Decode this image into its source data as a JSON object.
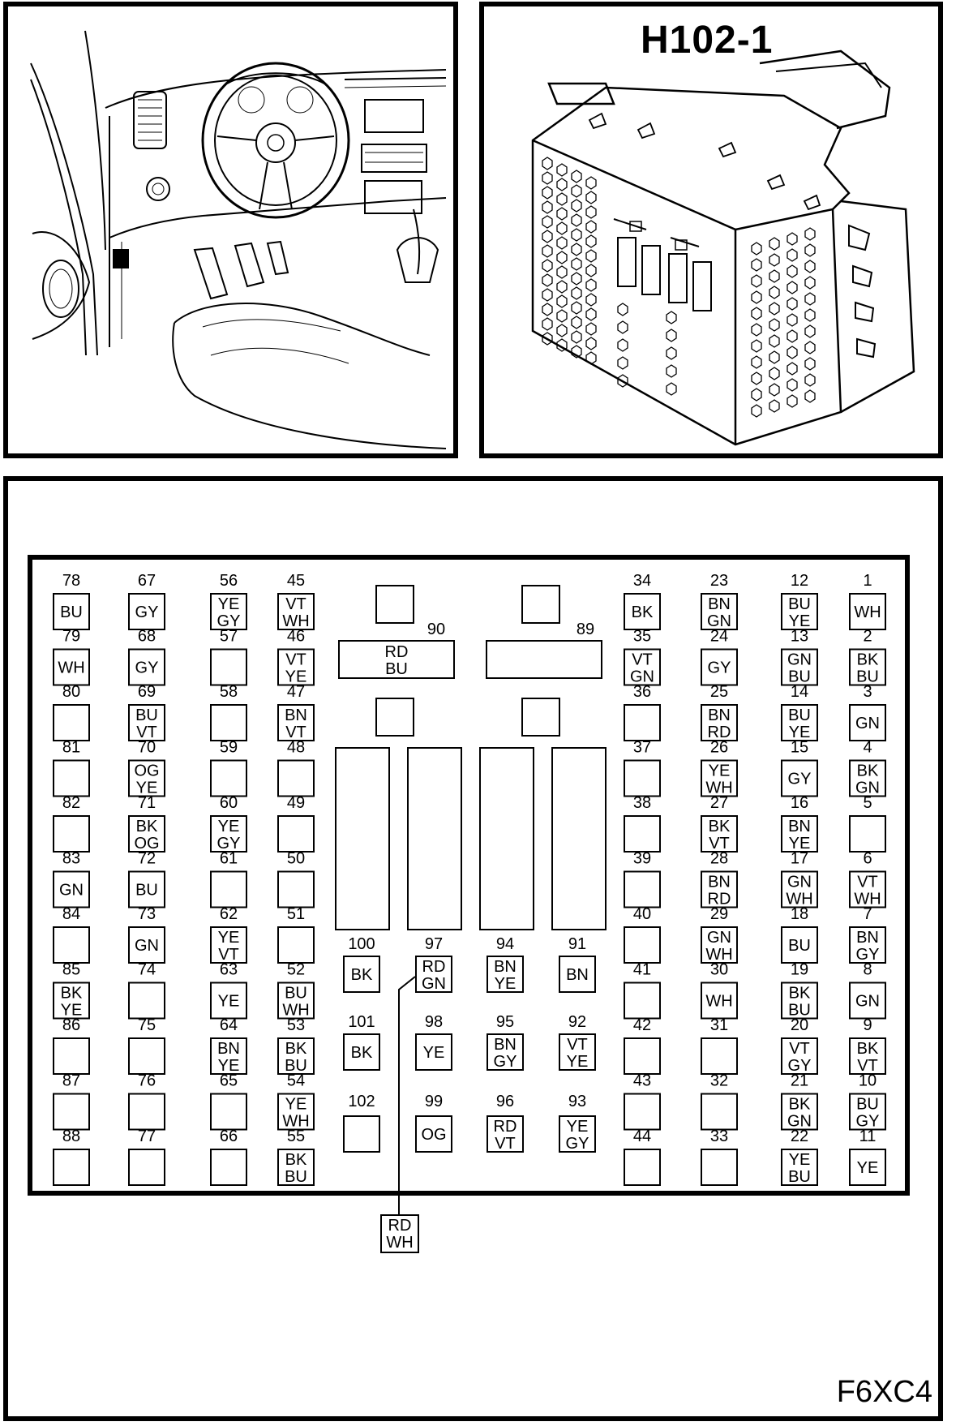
{
  "title": "H102-1",
  "figure_code": "F6XC4",
  "illustrations": {
    "vehicle_location": "interior-dashboard-drawing",
    "connector": "connector-isometric-drawing"
  },
  "pins": [
    {
      "n": "78",
      "c": [
        "BU"
      ]
    },
    {
      "n": "67",
      "c": [
        "GY"
      ]
    },
    {
      "n": "56",
      "c": [
        "YE",
        "GY"
      ]
    },
    {
      "n": "45",
      "c": [
        "VT",
        "WH"
      ]
    },
    {
      "n": "79",
      "c": [
        "WH"
      ]
    },
    {
      "n": "68",
      "c": [
        "GY"
      ]
    },
    {
      "n": "57",
      "c": []
    },
    {
      "n": "46",
      "c": [
        "VT",
        "YE"
      ]
    },
    {
      "n": "80",
      "c": []
    },
    {
      "n": "69",
      "c": [
        "BU",
        "VT"
      ]
    },
    {
      "n": "58",
      "c": []
    },
    {
      "n": "47",
      "c": [
        "BN",
        "VT"
      ]
    },
    {
      "n": "81",
      "c": []
    },
    {
      "n": "70",
      "c": [
        "OG",
        "YE"
      ]
    },
    {
      "n": "59",
      "c": []
    },
    {
      "n": "48",
      "c": []
    },
    {
      "n": "82",
      "c": []
    },
    {
      "n": "71",
      "c": [
        "BK",
        "OG"
      ]
    },
    {
      "n": "60",
      "c": [
        "YE",
        "GY"
      ]
    },
    {
      "n": "49",
      "c": []
    },
    {
      "n": "83",
      "c": [
        "GN"
      ]
    },
    {
      "n": "72",
      "c": [
        "BU"
      ]
    },
    {
      "n": "61",
      "c": []
    },
    {
      "n": "50",
      "c": []
    },
    {
      "n": "84",
      "c": []
    },
    {
      "n": "73",
      "c": [
        "GN"
      ]
    },
    {
      "n": "62",
      "c": [
        "YE",
        "VT"
      ]
    },
    {
      "n": "51",
      "c": []
    },
    {
      "n": "85",
      "c": [
        "BK",
        "YE"
      ]
    },
    {
      "n": "74",
      "c": []
    },
    {
      "n": "63",
      "c": [
        "YE"
      ]
    },
    {
      "n": "52",
      "c": [
        "BU",
        "WH"
      ]
    },
    {
      "n": "86",
      "c": []
    },
    {
      "n": "75",
      "c": []
    },
    {
      "n": "64",
      "c": [
        "BN",
        "YE"
      ]
    },
    {
      "n": "53",
      "c": [
        "BK",
        "BU"
      ]
    },
    {
      "n": "87",
      "c": []
    },
    {
      "n": "76",
      "c": []
    },
    {
      "n": "65",
      "c": []
    },
    {
      "n": "54",
      "c": [
        "YE",
        "WH"
      ]
    },
    {
      "n": "88",
      "c": []
    },
    {
      "n": "77",
      "c": []
    },
    {
      "n": "66",
      "c": []
    },
    {
      "n": "55",
      "c": [
        "BK",
        "BU"
      ]
    },
    {
      "n": "34",
      "c": [
        "BK"
      ]
    },
    {
      "n": "23",
      "c": [
        "BN",
        "GN"
      ]
    },
    {
      "n": "12",
      "c": [
        "BU",
        "YE"
      ]
    },
    {
      "n": "1",
      "c": [
        "WH"
      ]
    },
    {
      "n": "35",
      "c": [
        "VT",
        "GN"
      ]
    },
    {
      "n": "24",
      "c": [
        "GY"
      ]
    },
    {
      "n": "13",
      "c": [
        "GN",
        "BU"
      ]
    },
    {
      "n": "2",
      "c": [
        "BK",
        "BU"
      ]
    },
    {
      "n": "36",
      "c": []
    },
    {
      "n": "25",
      "c": [
        "BN",
        "RD"
      ]
    },
    {
      "n": "14",
      "c": [
        "BU",
        "YE"
      ]
    },
    {
      "n": "3",
      "c": [
        "GN"
      ]
    },
    {
      "n": "37",
      "c": []
    },
    {
      "n": "26",
      "c": [
        "YE",
        "WH"
      ]
    },
    {
      "n": "15",
      "c": [
        "GY"
      ]
    },
    {
      "n": "4",
      "c": [
        "BK",
        "GN"
      ]
    },
    {
      "n": "38",
      "c": []
    },
    {
      "n": "27",
      "c": [
        "BK",
        "VT"
      ]
    },
    {
      "n": "16",
      "c": [
        "BN",
        "YE"
      ]
    },
    {
      "n": "5",
      "c": []
    },
    {
      "n": "39",
      "c": []
    },
    {
      "n": "28",
      "c": [
        "BN",
        "RD"
      ]
    },
    {
      "n": "17",
      "c": [
        "GN",
        "WH"
      ]
    },
    {
      "n": "6",
      "c": [
        "VT",
        "WH"
      ]
    },
    {
      "n": "40",
      "c": []
    },
    {
      "n": "29",
      "c": [
        "GN",
        "WH"
      ]
    },
    {
      "n": "18",
      "c": [
        "BU"
      ]
    },
    {
      "n": "7",
      "c": [
        "BN",
        "GY"
      ]
    },
    {
      "n": "41",
      "c": []
    },
    {
      "n": "30",
      "c": [
        "WH"
      ]
    },
    {
      "n": "19",
      "c": [
        "BK",
        "BU"
      ]
    },
    {
      "n": "8",
      "c": [
        "GN"
      ]
    },
    {
      "n": "42",
      "c": []
    },
    {
      "n": "31",
      "c": []
    },
    {
      "n": "20",
      "c": [
        "VT",
        "GY"
      ]
    },
    {
      "n": "9",
      "c": [
        "BK",
        "VT"
      ]
    },
    {
      "n": "43",
      "c": []
    },
    {
      "n": "32",
      "c": []
    },
    {
      "n": "21",
      "c": [
        "BK",
        "GN"
      ]
    },
    {
      "n": "10",
      "c": [
        "BU",
        "GY"
      ]
    },
    {
      "n": "44",
      "c": []
    },
    {
      "n": "33",
      "c": []
    },
    {
      "n": "22",
      "c": [
        "YE",
        "BU"
      ]
    },
    {
      "n": "11",
      "c": [
        "YE"
      ]
    },
    {
      "n": "100",
      "c": [
        "BK"
      ]
    },
    {
      "n": "97",
      "c": [
        "RD",
        "GN"
      ]
    },
    {
      "n": "94",
      "c": [
        "BN",
        "YE"
      ]
    },
    {
      "n": "91",
      "c": [
        "BN"
      ]
    },
    {
      "n": "101",
      "c": [
        "BK"
      ]
    },
    {
      "n": "98",
      "c": [
        "YE"
      ]
    },
    {
      "n": "95",
      "c": [
        "BN",
        "GY"
      ]
    },
    {
      "n": "92",
      "c": [
        "VT",
        "YE"
      ]
    },
    {
      "n": "102",
      "c": []
    },
    {
      "n": "99",
      "c": [
        "OG"
      ]
    },
    {
      "n": "96",
      "c": [
        "RD",
        "VT"
      ]
    },
    {
      "n": "93",
      "c": [
        "YE",
        "GY"
      ]
    }
  ],
  "wide_pins": [
    {
      "n": "90",
      "c": [
        "RD",
        "BU"
      ]
    },
    {
      "n": "89",
      "c": []
    }
  ],
  "splice_label": [
    "RD",
    "WH"
  ]
}
